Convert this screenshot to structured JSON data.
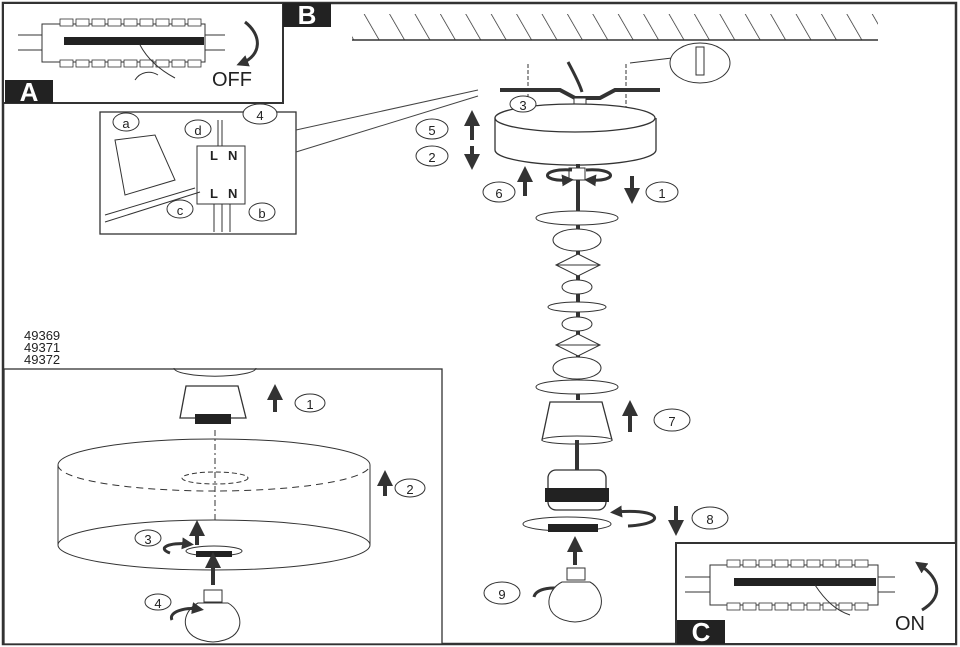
{
  "document": {
    "type": "assembly-instructions",
    "model_numbers": [
      "49369",
      "49371",
      "49372"
    ]
  },
  "panels": {
    "A": {
      "letter": "A",
      "caption": "OFF",
      "icon": "circuit-breaker-switch-off"
    },
    "B": {
      "letter": "B"
    },
    "C": {
      "letter": "C",
      "caption": "ON",
      "icon": "circuit-breaker-switch-on"
    }
  },
  "terminal_detail": {
    "step": "4",
    "callouts": [
      "a",
      "b",
      "c",
      "d"
    ],
    "terminal_labels": [
      "L",
      "N",
      "L",
      "N"
    ]
  },
  "main_steps": [
    "1",
    "2",
    "3",
    "4",
    "5",
    "6",
    "7",
    "8",
    "9"
  ],
  "shade_steps": [
    "1",
    "2",
    "3",
    "4"
  ],
  "colors": {
    "ink": "#222222",
    "arrow": "#333333",
    "panel_bg": "#222222"
  }
}
